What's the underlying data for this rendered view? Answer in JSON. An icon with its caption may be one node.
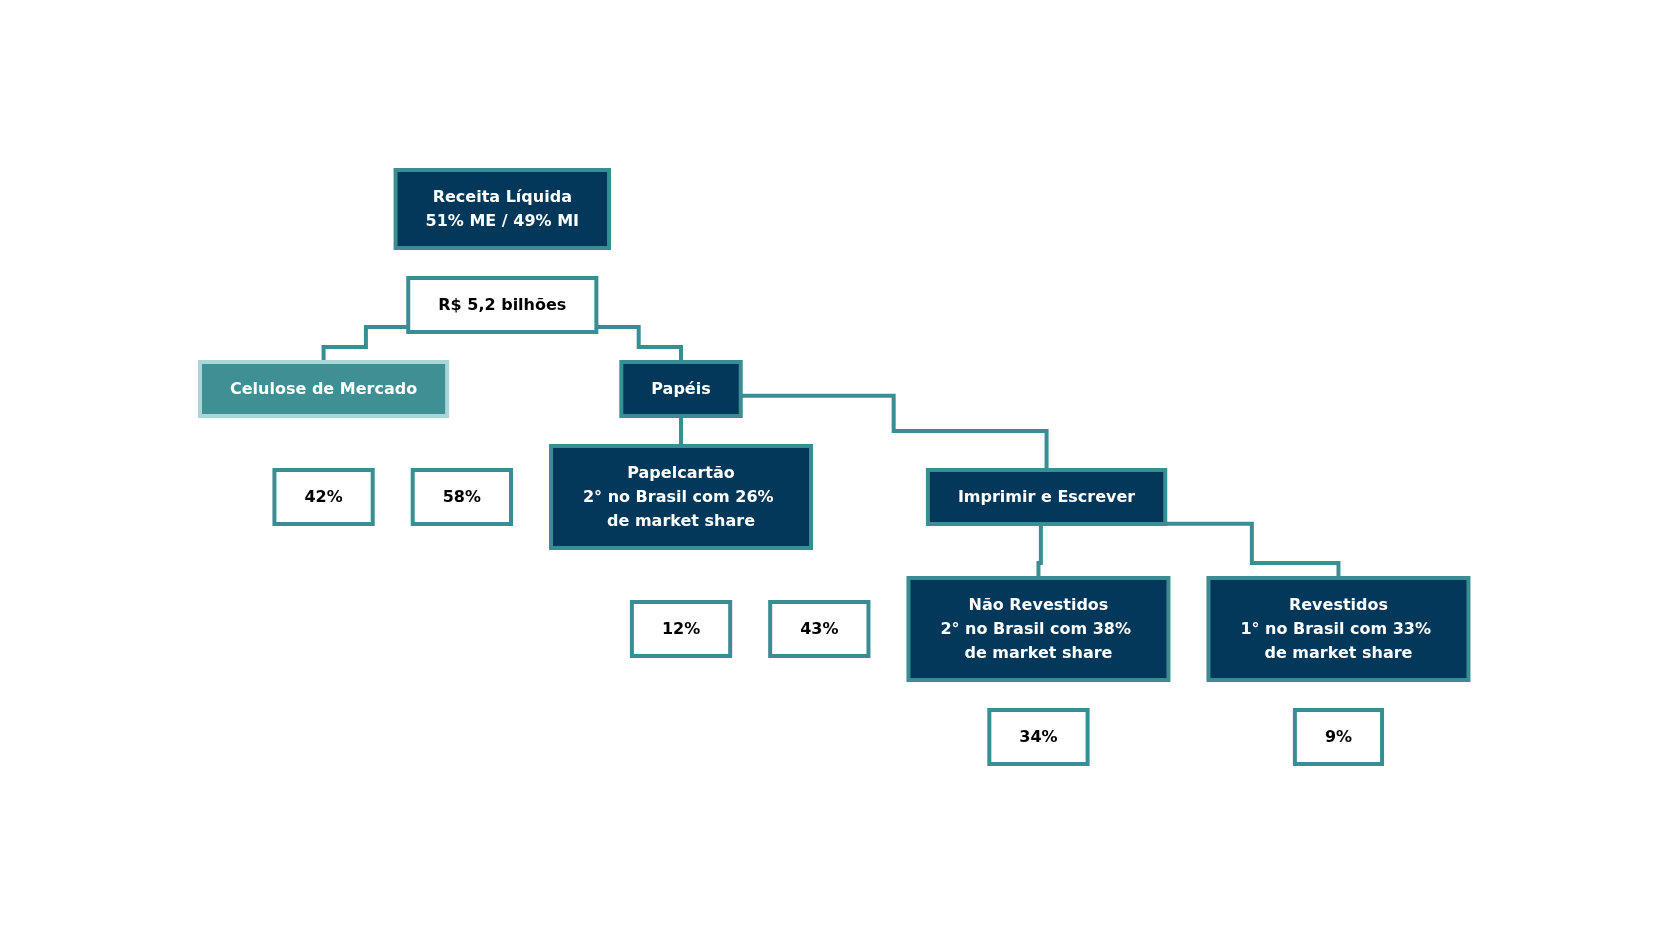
{
  "diagram": {
    "nodes": [
      {
        "text": [
          "Receita Líquida",
          "51% ME / 49% MI"
        ]
      },
      {
        "text": [
          "R$ 5,2 bilhões"
        ]
      },
      {
        "text": [
          "Celulose de Mercado"
        ]
      },
      {
        "text": [
          "42%"
        ]
      },
      {
        "text": [
          "Papéis"
        ]
      },
      {
        "text": [
          "58%"
        ]
      },
      {
        "text": [
          "Papelcartão",
          "2° no Brasil com 26% de market share"
        ]
      },
      {
        "text": [
          "12%"
        ]
      },
      {
        "text": [
          "Imprimir e Escrever"
        ]
      },
      {
        "text": [
          "43%"
        ]
      },
      {
        "text": [
          "Não Revestidos",
          "2° no Brasil com 38% de market share"
        ]
      },
      {
        "text": [
          "34%"
        ]
      },
      {
        "text": [
          "Revestidos",
          "1° no Brasil com 33% de market share"
        ]
      },
      {
        "text": [
          "9%"
        ]
      }
    ],
    "edges": [
      {
        "from": 1,
        "to": 2,
        "arrow": "none"
      },
      {
        "from": 1,
        "to": 4,
        "arrow": "none"
      },
      {
        "from": 4,
        "to": 6,
        "arrow": "none"
      },
      {
        "from": 4,
        "to": 8,
        "arrow": "none"
      },
      {
        "from": 8,
        "to": 10,
        "arrow": "none"
      },
      {
        "from": 8,
        "to": 12,
        "arrow": "none"
      }
    ]
  }
}
